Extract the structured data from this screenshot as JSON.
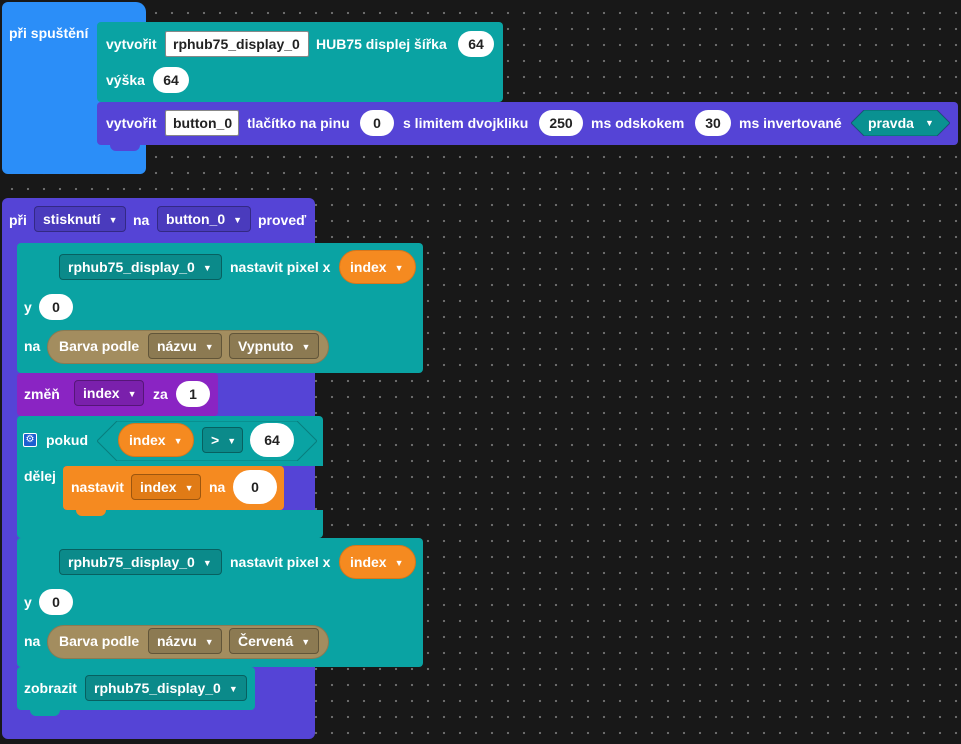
{
  "colors": {
    "hat": "#2b8ef8",
    "display": "#0aa3a3",
    "button": "#5544d6",
    "math": "#8a24c3",
    "variable": "#f58a20",
    "color": "#a38d5f",
    "boolean": "#0a9191"
  },
  "onstart": {
    "hat_label": "při spuštění",
    "display_create": {
      "create": "vytvořit",
      "var": "rphub75_display_0",
      "hub75_width": "HUB75 displej šířka",
      "width": "64",
      "height_label": "výška",
      "height": "64"
    },
    "button_create": {
      "create": "vytvořit",
      "var": "button_0",
      "pin_label": "tlačítko na pinu",
      "pin": "0",
      "dbl_label": "s limitem dvojkliku",
      "dbl": "250",
      "ms_debounce": "ms odskokem",
      "debounce": "30",
      "ms_inverted": "ms invertované",
      "inverted": "pravda"
    }
  },
  "onpress": {
    "when": "při",
    "event": "stisknutí",
    "on": "na",
    "button": "button_0",
    "do": "proveď",
    "pixel1": {
      "display": "rphub75_display_0",
      "set_pixel_x": "nastavit pixel x",
      "x": "index",
      "y_label": "y",
      "y": "0",
      "na": "na",
      "color_by": "Barva podle",
      "name_mode": "názvu",
      "color": "Vypnuto"
    },
    "change": {
      "label": "změň",
      "var": "index",
      "by": "za",
      "value": "1"
    },
    "if_block": {
      "if_label": "pokud",
      "var": "index",
      "op": ">",
      "value": "64",
      "do_label": "dělej",
      "set_label": "nastavit",
      "set_var": "index",
      "set_to": "na",
      "set_value": "0"
    },
    "pixel2": {
      "display": "rphub75_display_0",
      "set_pixel_x": "nastavit pixel x",
      "x": "index",
      "y_label": "y",
      "y": "0",
      "na": "na",
      "color_by": "Barva podle",
      "name_mode": "názvu",
      "color": "Červená"
    },
    "show": {
      "label": "zobrazit",
      "display": "rphub75_display_0"
    }
  }
}
